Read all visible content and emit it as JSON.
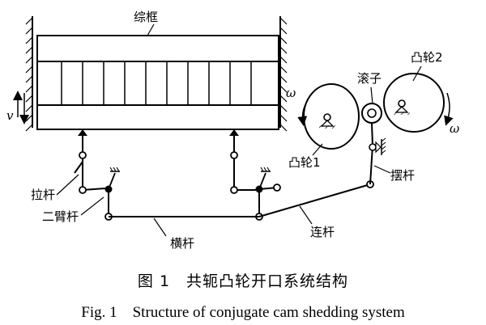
{
  "labels": {
    "heald_frame": "综框",
    "pull_rod": "拉杆",
    "two_arm_lever": "二臂杆",
    "cross_bar": "横杆",
    "connecting_rod": "连杆",
    "swing_arm": "摆杆",
    "roller": "滚子",
    "cam1": "凸轮1",
    "cam2": "凸轮2",
    "velocity": "v",
    "omega_left": "ω",
    "omega_right": "ω"
  },
  "caption": {
    "zh": "图 1　共轭凸轮开口系统结构",
    "en": "Fig. 1　Structure of conjugate cam shedding system"
  }
}
